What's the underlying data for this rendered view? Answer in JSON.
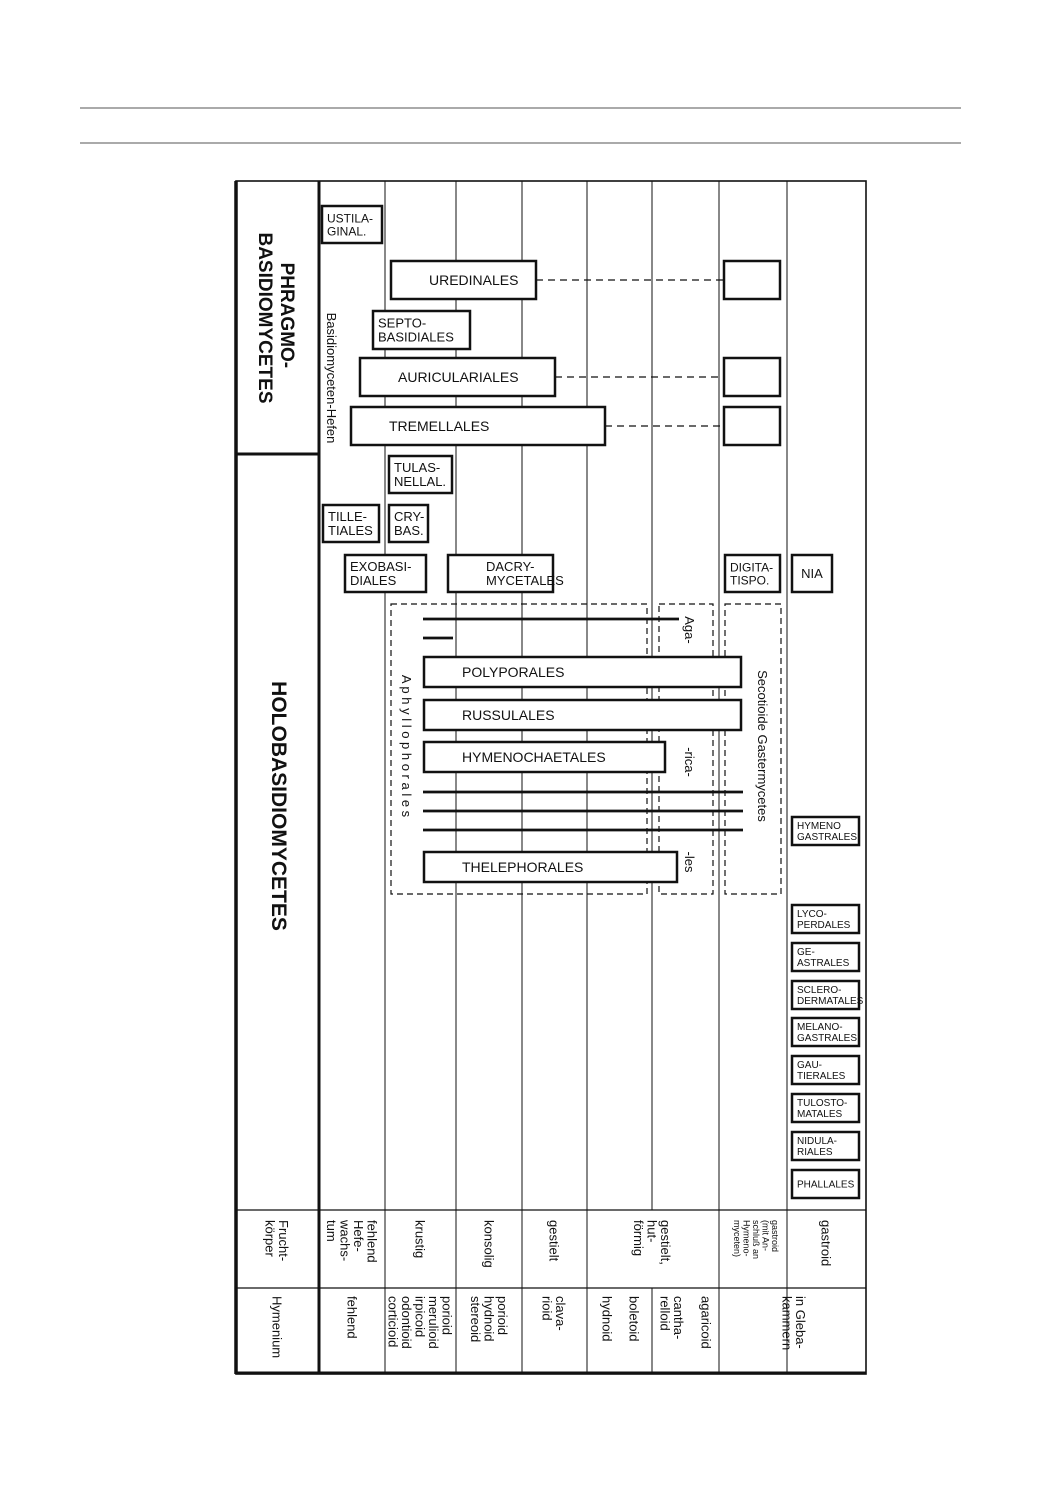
{
  "groups": {
    "phragmo": "PHRAGMO-\nBASIDIOMYCETES",
    "holo": "HOLOBASIDIOMYCETES"
  },
  "side_labels": {
    "hefen": "Basidiomyceten-Hefen",
    "aphyllophorales": "A p h y l l o p h o r a l e s",
    "secotioide": "Secotioide  Gastermycetes",
    "aga": "Aga-",
    "rica": "-rica-",
    "les": "-les"
  },
  "orders": {
    "ustilaginal": "USTILA-\nGINAL.",
    "uredinales": "UREDINALES",
    "septobasidiales": "SEPTO-\nBASIDIALES",
    "auriculariales": "AURICULARIALES",
    "tremellales": "TREMELLALES",
    "tulasnellal": "TULAS-\nNELLAL.",
    "tilletiales": "TILLE-\nTIALES",
    "crybas": "CRY-\nBAS.",
    "exobasidiales": "EXOBASI-\nDIALES",
    "dacrymycetales": "DACRY-\nMYCETALES",
    "digitatispo": "DIGITA-\nTISPO.",
    "nia": "NIA",
    "polyporales": "POLYPORALES",
    "russulales": "RUSSULALES",
    "hymenochaetales": "HYMENOCHAETALES",
    "thelephorales": "THELEPHORALES",
    "hymenogastrales": "HYMENO\nGASTRALES",
    "lycoperdales": "LYCO-\nPERDALES",
    "geastrales": "GE-\nASTRALES",
    "sclerodermatales": "SCLERO-\nDERMATALES",
    "melanogastrales": "MELANO-\nGASTRALES",
    "gautierales": "GAU-\nTIERALES",
    "tulostomatales": "TULOSTO-\nMATALES",
    "nidulariales": "NIDULA-\nRIALES",
    "phallales": "PHALLALES"
  },
  "row_heads": {
    "fruchtkoerper": "Frucht-\nkörper",
    "hymenium": "Hymenium"
  },
  "fruchtkoerper": [
    "fehlend\nHefe-\nwachs-\ntum",
    "krustig",
    "konsolig",
    "gestielt",
    "gestielt,\nhut-\nförmig",
    "gastroid\n(mit An-\nschluß an\nHymeno-\nmyceten)",
    "gastroid"
  ],
  "hymenium": [
    "fehlend",
    "porioid\nmerulioid\nirpicoid\nodontioid\ncorticioid",
    "porioid\nhydnoid\nstereoid",
    "clava-\nrioid",
    "hydnoid",
    "boletoid",
    "cantha-\nrelloid",
    "agaricoid",
    "in Gleba-\nkammern"
  ]
}
